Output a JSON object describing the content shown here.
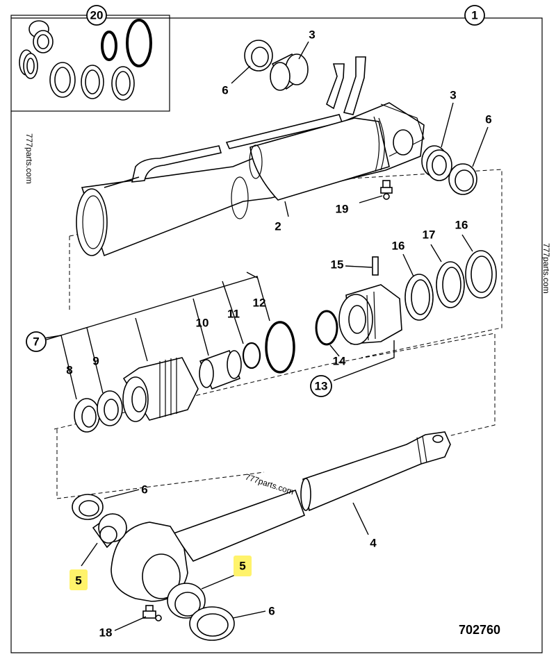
{
  "drawing_number": "702760",
  "watermarks": [
    "777parts.com",
    "777parts.com",
    "777parts.com"
  ],
  "callouts": {
    "c1": "1",
    "c20": "20",
    "c7": "7",
    "c13": "13",
    "p2": "2",
    "p3a": "3",
    "p3b": "3",
    "p4": "4",
    "p5a": "5",
    "p5b": "5",
    "p6a": "6",
    "p6b": "6",
    "p6c": "6",
    "p6d": "6",
    "p8": "8",
    "p9": "9",
    "p10": "10",
    "p11": "11",
    "p12": "12",
    "p14": "14",
    "p15": "15",
    "p16a": "16",
    "p16b": "16",
    "p17": "17",
    "p18": "18",
    "p19": "19"
  },
  "highlight_color": "#fff36b"
}
